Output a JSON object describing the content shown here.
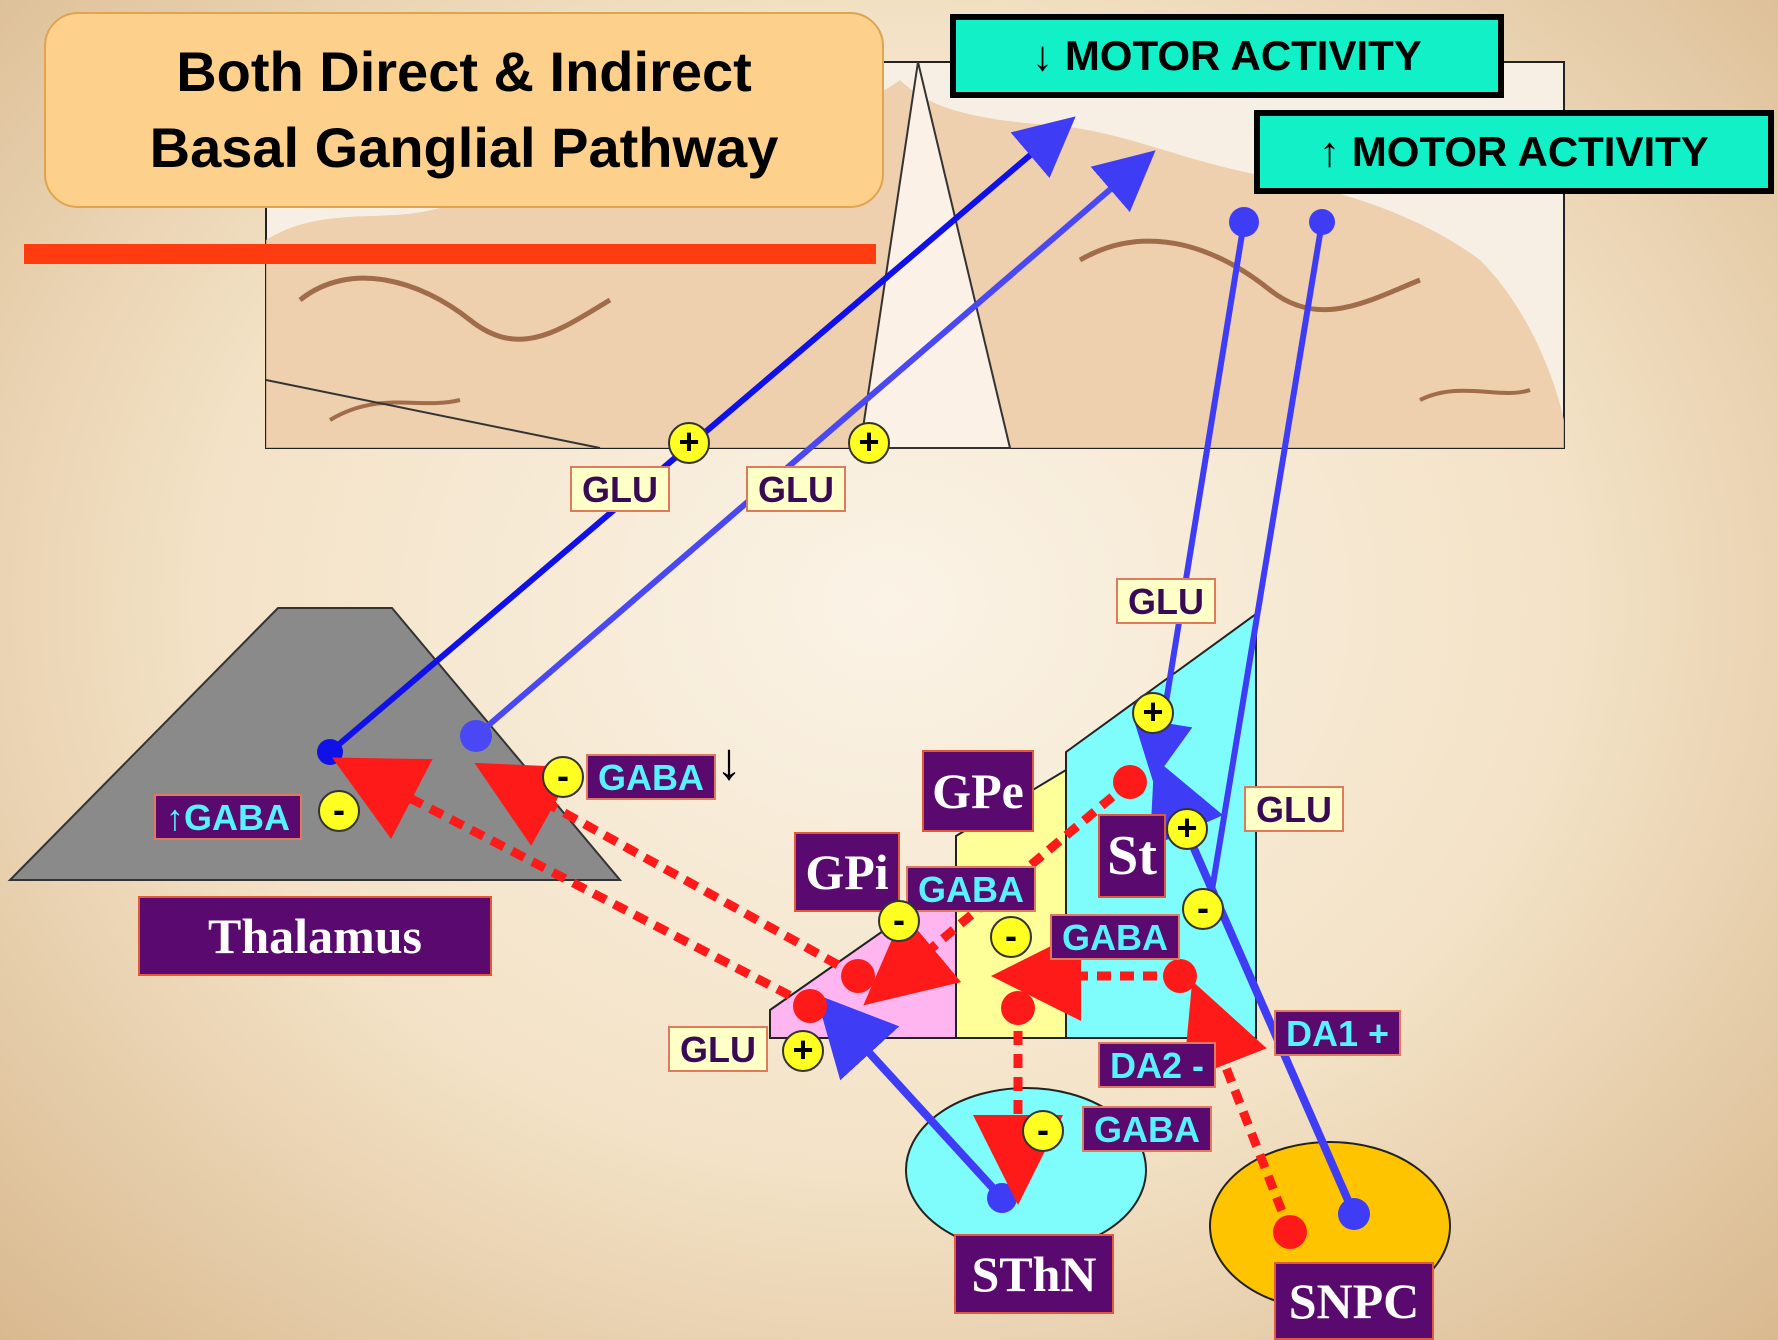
{
  "title": {
    "line1": "Both Direct & Indirect",
    "line2": "Basal Ganglial Pathway"
  },
  "motor": {
    "decrease": "↓ MOTOR ACTIVITY",
    "increase": "↑ MOTOR ACTIVITY"
  },
  "regions": {
    "thalamus": "Thalamus",
    "gpe": "GPe",
    "gpi": "GPi",
    "st": "St",
    "sthn": "SThN",
    "snpc": "SNPC"
  },
  "tags": {
    "glu_cortex_1": "GLU",
    "glu_cortex_2": "GLU",
    "glu_striatum_upper": "GLU",
    "glu_striatum_right": "GLU",
    "glu_gpi": "GLU",
    "gaba_thalamus_up": "↑GABA",
    "gaba_thalamus": "GABA",
    "gaba_gpi": "GABA",
    "gaba_st": "GABA",
    "gaba_sthn": "GABA",
    "da1": "DA1 +",
    "da2": "DA2 -"
  },
  "signs": {
    "plus": "+",
    "minus": "-"
  },
  "arrows": {
    "down": "↓"
  },
  "colors": {
    "pathway_blue": "#3f3cf5",
    "pathway_red": "#ff1a1a",
    "thalamus": "#8a8a8a",
    "striatum": "#7ffcfc",
    "gpe": "#ffff99",
    "gpi": "#ffb6f0",
    "sthn": "#7ffcfc",
    "snpc": "#ffc400",
    "motor_box": "#12f0c8",
    "label_bg": "#5a0a6e"
  }
}
